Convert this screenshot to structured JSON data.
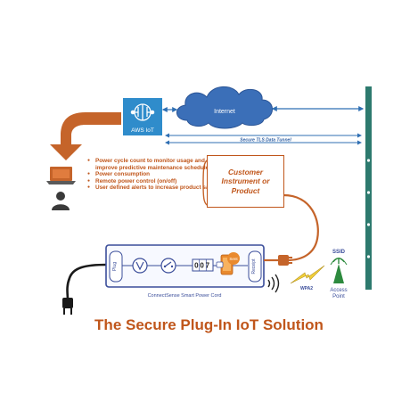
{
  "title": "The Secure Plug-In IoT Solution",
  "cloud_label": "Internet",
  "aws_label": "AWS IoT",
  "tunnel_label": "Secure TLS Data Tunnel",
  "bullets": [
    "Power cycle count to monitor usage and improve predictive maintenance schedules",
    "Power consumption",
    "Remote power control (on/off)",
    "User defined alerts to increase product safety"
  ],
  "product_box": "Customer Instrument or Product",
  "device_caption": "ConnectSense Smart Power Cord",
  "plug_label": "Plug",
  "receipt_label": "Receipt",
  "counter_digits": "007",
  "phone_badge": "Sent",
  "wpa_label": "WPA2",
  "ssid_label": "SSID",
  "access_point_label": "Access Point",
  "colors": {
    "accent_orange": "#c0561b",
    "arrow_orange": "#c5642a",
    "aws_blue": "#2f8ccb",
    "cloud_blue": "#3b6fb8",
    "wall_teal": "#2d7a6e",
    "device_border": "#3a4d9a",
    "lightning_yellow": "#f2d03c"
  },
  "icons": [
    "aws-iot-icon",
    "laptop-icon",
    "user-icon",
    "voltmeter-icon",
    "switch-icon",
    "phone-icon",
    "wifi-icon",
    "access-point-icon",
    "power-plug-icon"
  ]
}
